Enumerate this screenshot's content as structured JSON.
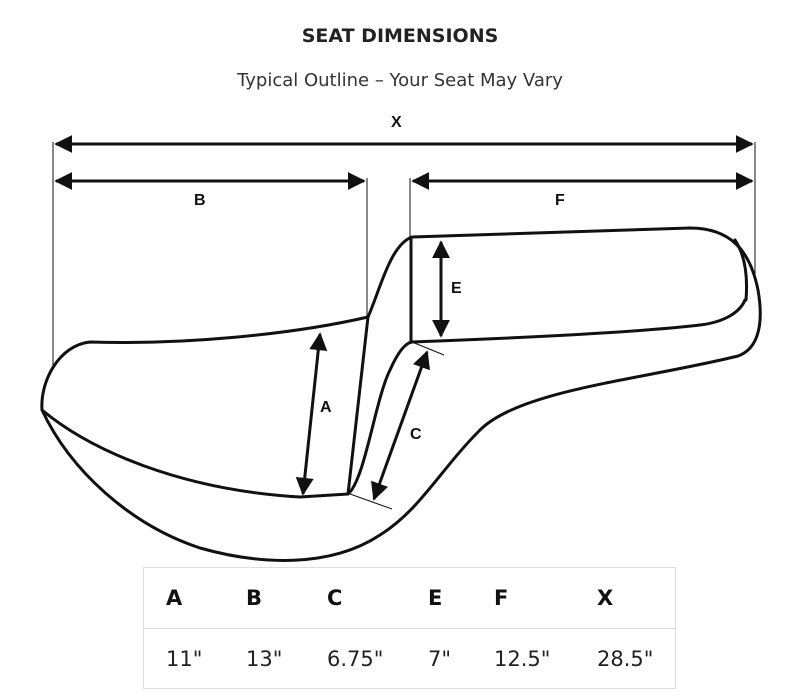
{
  "title": "SEAT DIMENSIONS",
  "subtitle": "Typical Outline – Your Seat May Vary",
  "diagram_labels": {
    "X": "X",
    "B": "B",
    "F": "F",
    "E": "E",
    "A": "A",
    "C": "C"
  },
  "table": {
    "headers": [
      "A",
      "B",
      "C",
      "E",
      "F",
      "X"
    ],
    "values": [
      "11\"",
      "13\"",
      "6.75\"",
      "7\"",
      "12.5\"",
      "28.5\""
    ]
  }
}
